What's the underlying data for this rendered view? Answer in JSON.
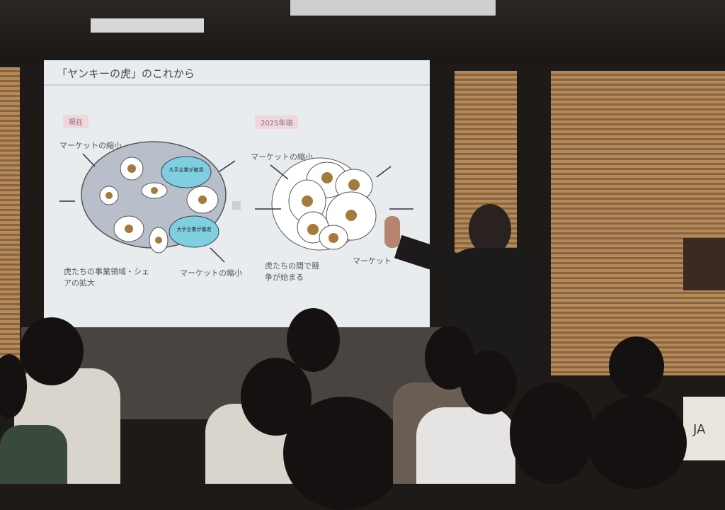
{
  "slide": {
    "title": "「ヤンキーの虎」のこれから",
    "tag_now": "現在",
    "tag_future": "2025年頃",
    "market_shrink": "マーケットの縮小",
    "market_partial": "マーケット",
    "big_company_exit": "大手企業が撤退",
    "expansion": "虎たちの事業領域・シェアの拡大",
    "competition": "虎たちの間で競争が始まる",
    "accent_blue": "#7fcfe0",
    "circle_gray": "#b9bfca"
  },
  "sign": {
    "text": "JA"
  }
}
